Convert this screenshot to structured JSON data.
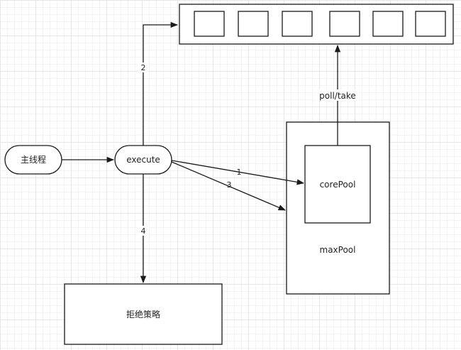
{
  "nodes": {
    "main_thread": "主线程",
    "execute": "execute",
    "core_pool": "corePool",
    "max_pool": "maxPool",
    "reject_policy": "拒绝策略"
  },
  "queue": {
    "slot_count": 6
  },
  "edges": {
    "e1": "1",
    "e2": "2",
    "e3": "3",
    "e4": "4",
    "poll_take": "poll/take"
  }
}
